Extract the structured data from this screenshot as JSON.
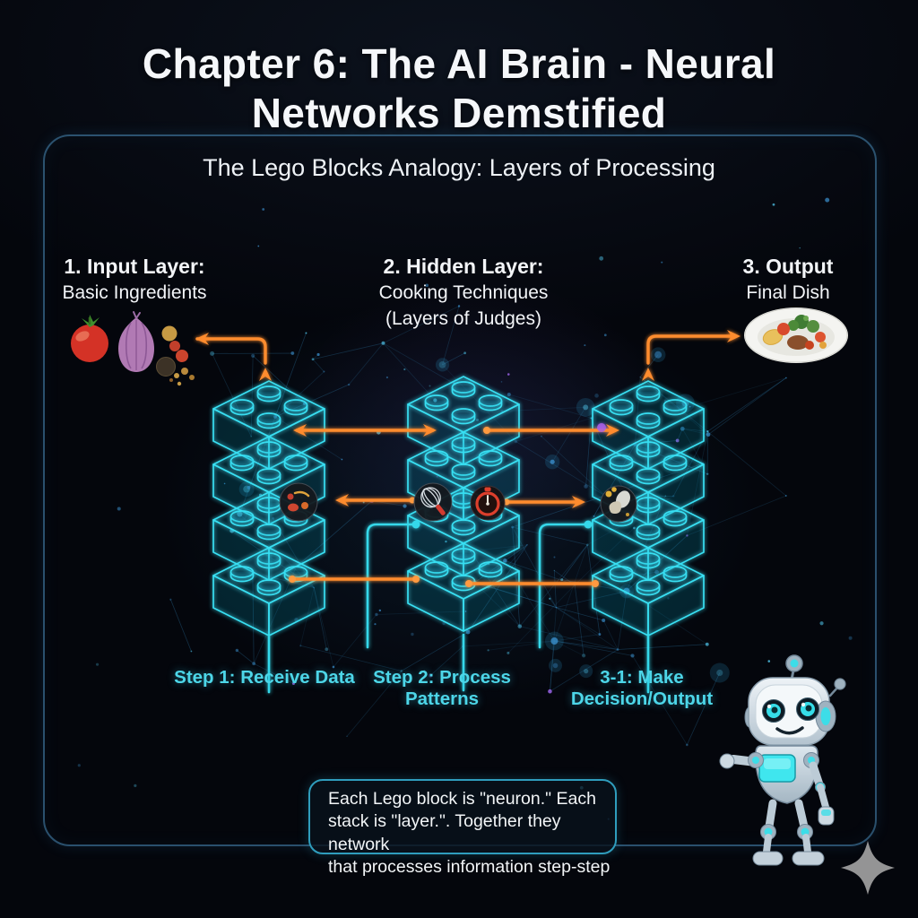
{
  "title": {
    "line1": "Chapter 6: The AI Brain - Neural",
    "line2": "Networks Demstified"
  },
  "subtitle": "The Lego Blocks Analogy: Layers of Processing",
  "layers": {
    "input": {
      "heading": "1. Input Layer:",
      "subheading": "Basic Ingredients",
      "icons": [
        "tomato-icon",
        "onion-icon",
        "spices-icon"
      ]
    },
    "hidden": {
      "heading": "2. Hidden Layer:",
      "subheading": "Cooking Techniques",
      "note": "(Layers of Judges)",
      "icons": [
        "chopped-ingredients-icon",
        "whisk-icon",
        "timer-icon"
      ]
    },
    "output": {
      "heading": "3. Output",
      "subheading": "Final Dish",
      "icons": [
        "plated-dish-icon",
        "cooked-dish-icon"
      ]
    }
  },
  "steps": [
    "Step 1: Receive Data",
    "Step 2: Process Patterns",
    "3-1: Make Decision/Output"
  ],
  "caption": {
    "line1": "Each Lego block is \"neuron.\" Each",
    "line2": "stack is \"layer.\". Together they network",
    "line3": "that processes information step-step"
  },
  "decorations": {
    "mascot": "robot-mascot",
    "corner": "sparkle-icon"
  },
  "colors": {
    "background": "#04060c",
    "neon_cyan": "#38dff2",
    "arrow_orange": "#ff8c2e",
    "step_text": "#4dd6e8",
    "frame_blue": "#4a8ebe",
    "caption_border": "#2f9dbd",
    "title_text": "#f5f7fa",
    "sparkle_gray": "#a8a8a8",
    "accent_purple": "#a860e8"
  }
}
